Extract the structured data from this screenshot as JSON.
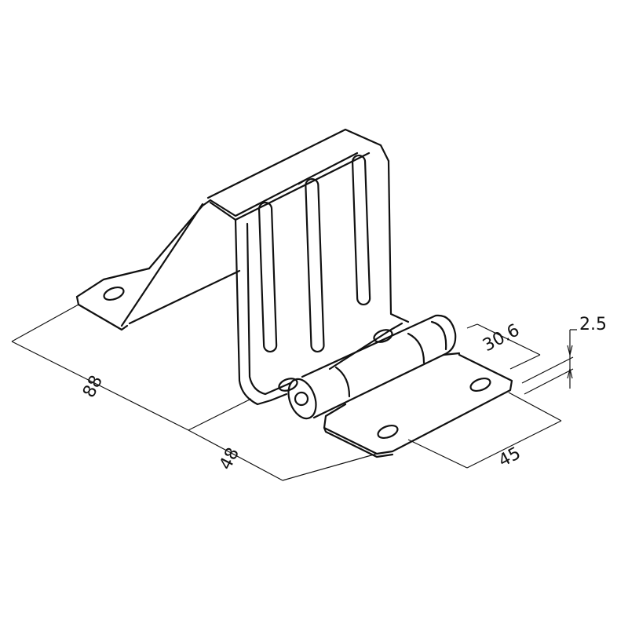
{
  "drawing": {
    "subject": "hinge-bracket",
    "dimensions": {
      "overall_length": "88",
      "bracket_depth": "48",
      "hinge_leaf_width": "45",
      "hinge_leaf_length": "30.6",
      "thickness": "2.5"
    }
  }
}
